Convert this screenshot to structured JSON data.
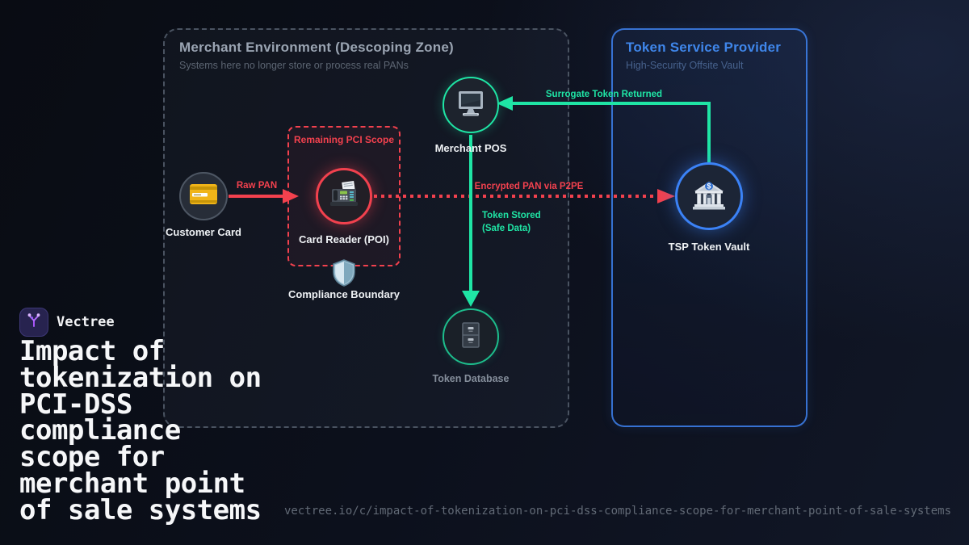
{
  "page": {
    "brand": {
      "name": "Vectree",
      "logo_icon": "vectree-branch-icon",
      "logo_color": "#b36bff"
    },
    "title_lines": [
      "Impact of",
      "tokenization on",
      "PCI-DSS",
      "compliance",
      "scope for",
      "merchant point",
      "of sale systems"
    ],
    "url": "vectree.io/c/impact-of-tokenization-on-pci-dss-compliance-scope-for-merchant-point-of-sale-systems"
  },
  "diagram": {
    "merchant_zone": {
      "title": "Merchant Environment (Descoping Zone)",
      "subtitle": "Systems here no longer store or process real PANs"
    },
    "tsp_zone": {
      "title": "Token Service Provider",
      "subtitle": "High-Security Offsite Vault"
    },
    "pci_scope_box": {
      "label": "Remaining PCI Scope"
    },
    "nodes": {
      "customer_card": {
        "label": "Customer Card",
        "icon": "credit-card-icon"
      },
      "card_reader": {
        "label": "Card Reader (POI)",
        "icon": "card-reader-icon"
      },
      "merchant_pos": {
        "label": "Merchant POS",
        "icon": "desktop-computer-icon"
      },
      "token_database": {
        "label": "Token Database",
        "icon": "file-cabinet-icon"
      },
      "tsp_token_vault": {
        "label": "TSP Token Vault",
        "icon": "bank-icon"
      },
      "compliance_boundary": {
        "label": "Compliance Boundary",
        "icon": "shield-icon"
      }
    },
    "edges": {
      "raw_pan": {
        "label": "Raw PAN",
        "color": "#f2414e",
        "style": "solid"
      },
      "encrypted_pan": {
        "label": "Encrypted PAN via P2PE",
        "color": "#f2414e",
        "style": "dotted"
      },
      "surrogate_token": {
        "label": "Surrogate Token Returned",
        "color": "#1fe5a5",
        "style": "solid"
      },
      "token_stored": {
        "label_line1": "Token Stored",
        "label_line2": "(Safe Data)",
        "color": "#1fe5a5",
        "style": "solid"
      }
    },
    "colors": {
      "danger_red": "#f2414e",
      "safe_green": "#1fe5a5",
      "tsp_blue": "#3b82f6"
    }
  }
}
